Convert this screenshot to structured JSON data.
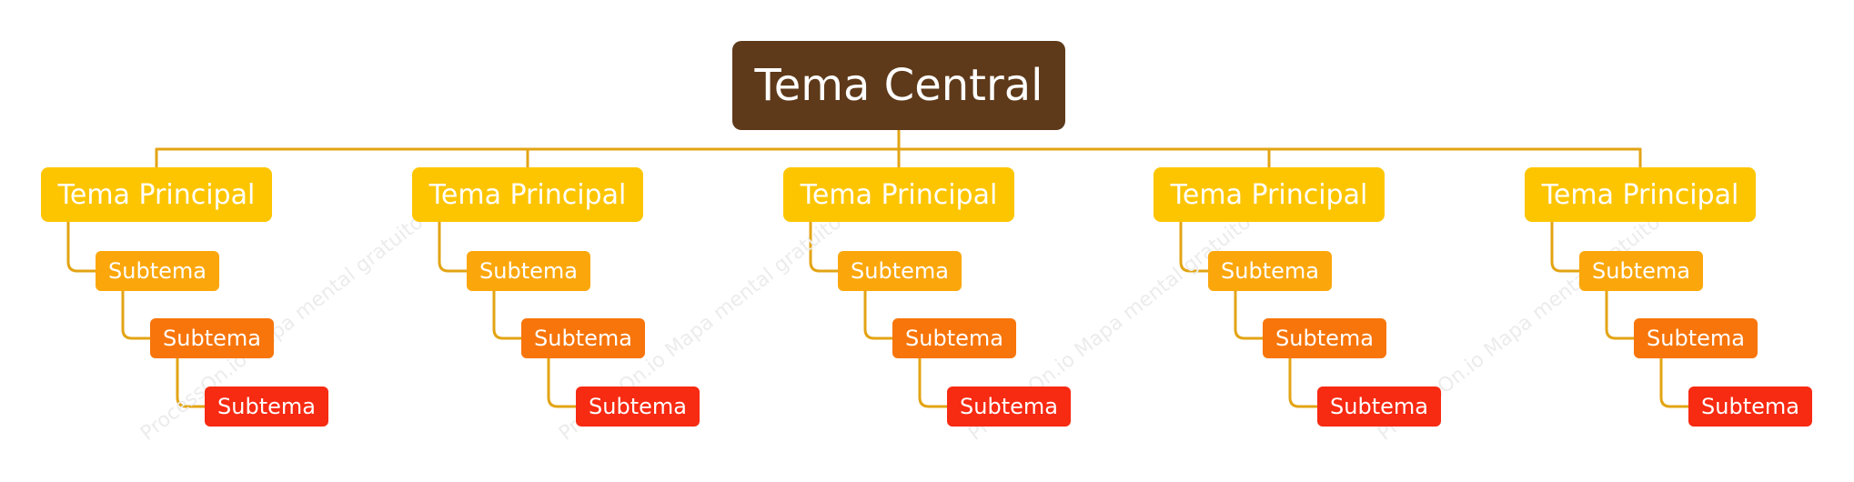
{
  "colors": {
    "central": "#5e3a1a",
    "main": "#fdc500",
    "sub1": "#fba70c",
    "sub2": "#f7750a",
    "sub3": "#f72a12",
    "connector": "#e3a414"
  },
  "watermark_text": "ProcessOn.io Mapa mental gratuito",
  "central": {
    "label": "Tema Central"
  },
  "branches": [
    {
      "label": "Tema Principal",
      "subtopics": [
        "Subtema",
        "Subtema",
        "Subtema"
      ]
    },
    {
      "label": "Tema Principal",
      "subtopics": [
        "Subtema",
        "Subtema",
        "Subtema"
      ]
    },
    {
      "label": "Tema Principal",
      "subtopics": [
        "Subtema",
        "Subtema",
        "Subtema"
      ]
    },
    {
      "label": "Tema Principal",
      "subtopics": [
        "Subtema",
        "Subtema",
        "Subtema"
      ]
    },
    {
      "label": "Tema Principal",
      "subtopics": [
        "Subtema",
        "Subtema",
        "Subtema"
      ]
    }
  ]
}
